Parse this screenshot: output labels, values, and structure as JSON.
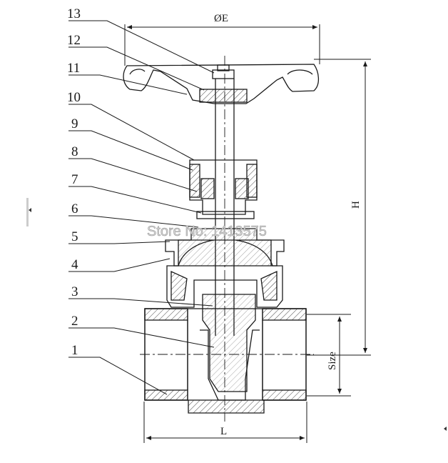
{
  "part_numbers": [
    "1",
    "2",
    "3",
    "4",
    "5",
    "6",
    "7",
    "8",
    "9",
    "10",
    "11",
    "12",
    "13"
  ],
  "dimensions": {
    "diameter": "ØE",
    "height": "H",
    "length": "L",
    "size": "Size"
  },
  "watermark": "Store No: 1413575",
  "colors": {
    "line": "#1a1a1a",
    "hatch": "#444444"
  }
}
